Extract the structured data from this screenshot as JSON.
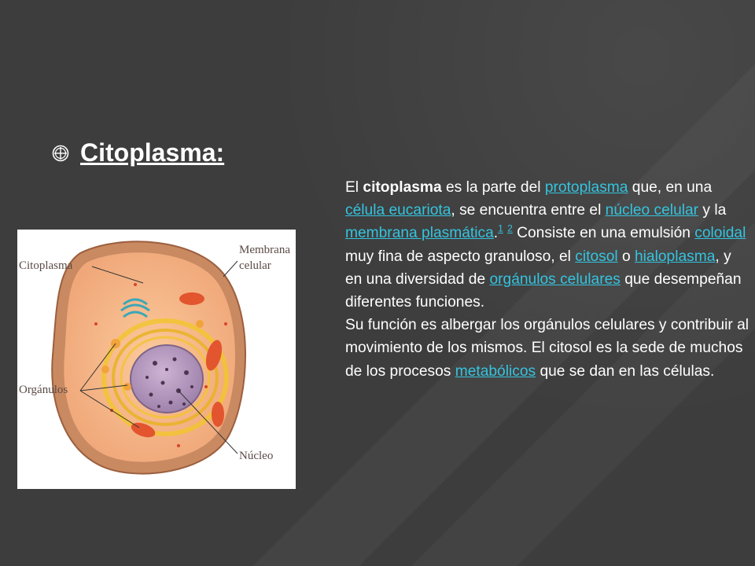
{
  "slide": {
    "title": "Citoplasma:",
    "bullet_icon": "circle-cross-bullet-icon"
  },
  "figure": {
    "labels": {
      "citoplasma": "Citoplasma",
      "membrana_1": "Membrana",
      "membrana_2": "celular",
      "organulos": "Orgánulos",
      "nucleo": "Núcleo"
    }
  },
  "body": {
    "p1": {
      "t1": "El ",
      "b1": "citoplasma",
      "t2": " es la parte del ",
      "l1": "protoplasma",
      "t3": " que, en una ",
      "l2": "célula eucariota",
      "t4": ", se encuentra entre el ",
      "l3": "núcleo celular",
      "t5": " y la ",
      "l4": "membrana plasmática",
      "t6": ".",
      "r1": "1",
      "t7": " ",
      "r2": "2",
      "t8": " Consiste en una emulsión ",
      "l5": "coloidal",
      "t9": " muy fina de aspecto granuloso, el ",
      "l6": "citosol",
      "t10": " o ",
      "l7": "hialoplasma",
      "t11": ", y en una diversidad de ",
      "l8": "orgánulos celulares",
      "t12": " que desempeñan diferentes funciones."
    },
    "p2": {
      "t1": "Su función es albergar los orgánulos celulares y contribuir al movimiento de los mismos. El citosol es la sede de muchos de los procesos ",
      "l1": "metabólicos",
      "t2": " que se dan en las células."
    }
  },
  "colors": {
    "background": "#3e3e3e",
    "text": "#ffffff",
    "link": "#34c4df"
  }
}
